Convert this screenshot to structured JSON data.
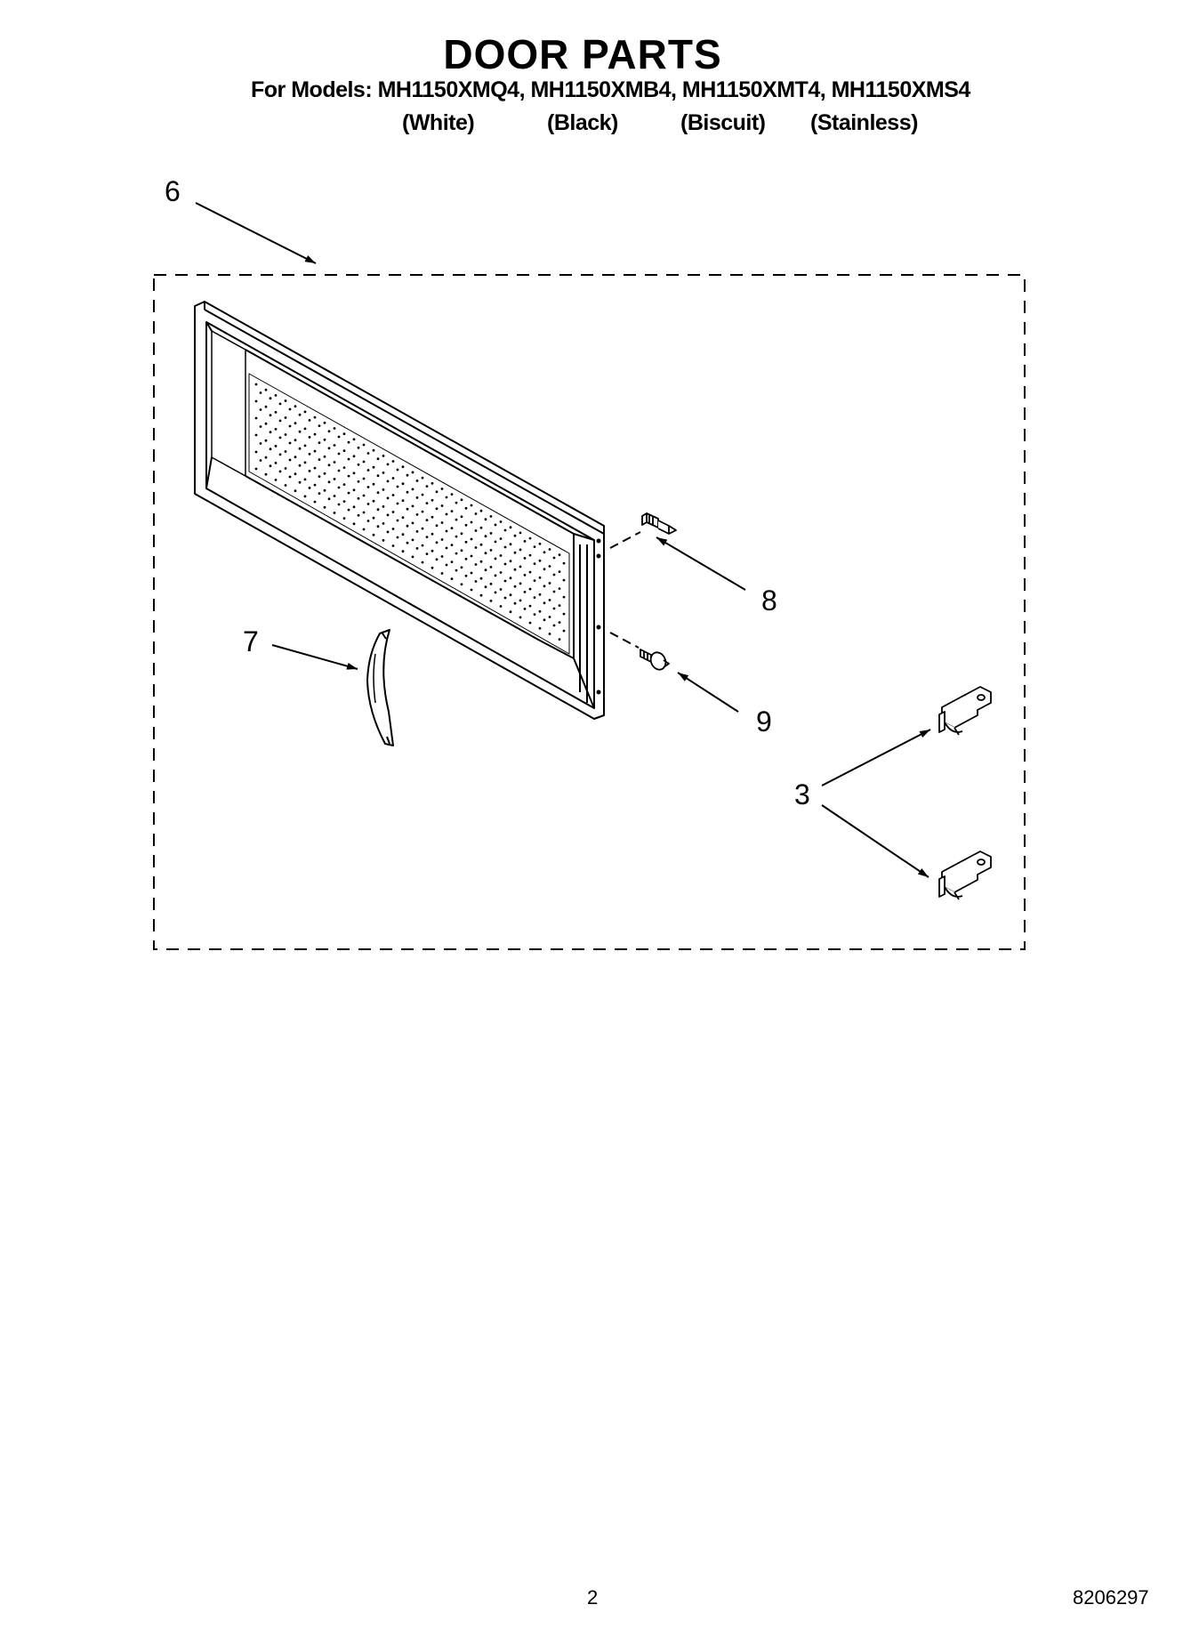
{
  "header": {
    "title": "DOOR PARTS",
    "models_line": "For Models: MH1150XMQ4, MH1150XMB4, MH1150XMT4, MH1150XMS4",
    "colors": [
      "(White)",
      "(Black)",
      "(Biscuit)",
      "(Stainless)"
    ]
  },
  "callouts": {
    "door_assembly": "6",
    "handle": "7",
    "screw_upper": "8",
    "screw_lower": "9",
    "latch": "3"
  },
  "footer": {
    "page_number": "2",
    "document_number": "8206297"
  }
}
